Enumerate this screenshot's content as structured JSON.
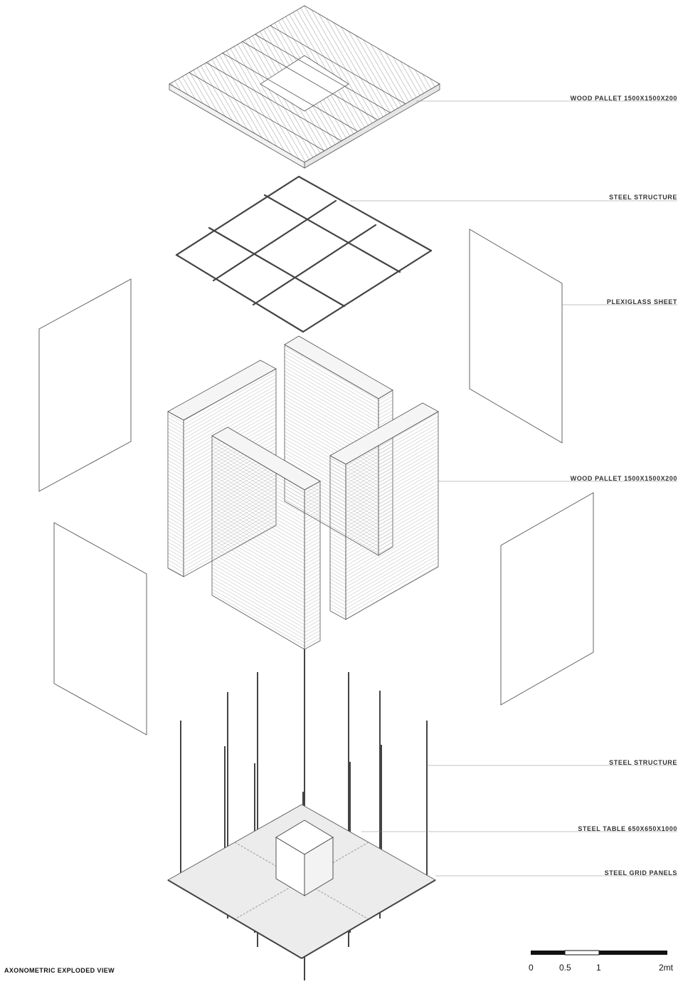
{
  "labels": {
    "top_pallet": "WOOD PALLET  1500X1500X200",
    "top_steel": "STEEL STRUCTURE",
    "plexiglass": "PLEXIGLASS SHEET",
    "wall_pallet": "WOOD PALLET  1500X1500X200",
    "bottom_steel": "STEEL STRUCTURE",
    "steel_table": "STEEL TABLE 650X650X1000",
    "grid_panels": "STEEL GRID PANELS"
  },
  "view_title": "AXONOMETRIC EXPLODED VIEW",
  "scale_bar": {
    "ticks": [
      "0",
      "0.5",
      "1",
      "2mt"
    ]
  }
}
